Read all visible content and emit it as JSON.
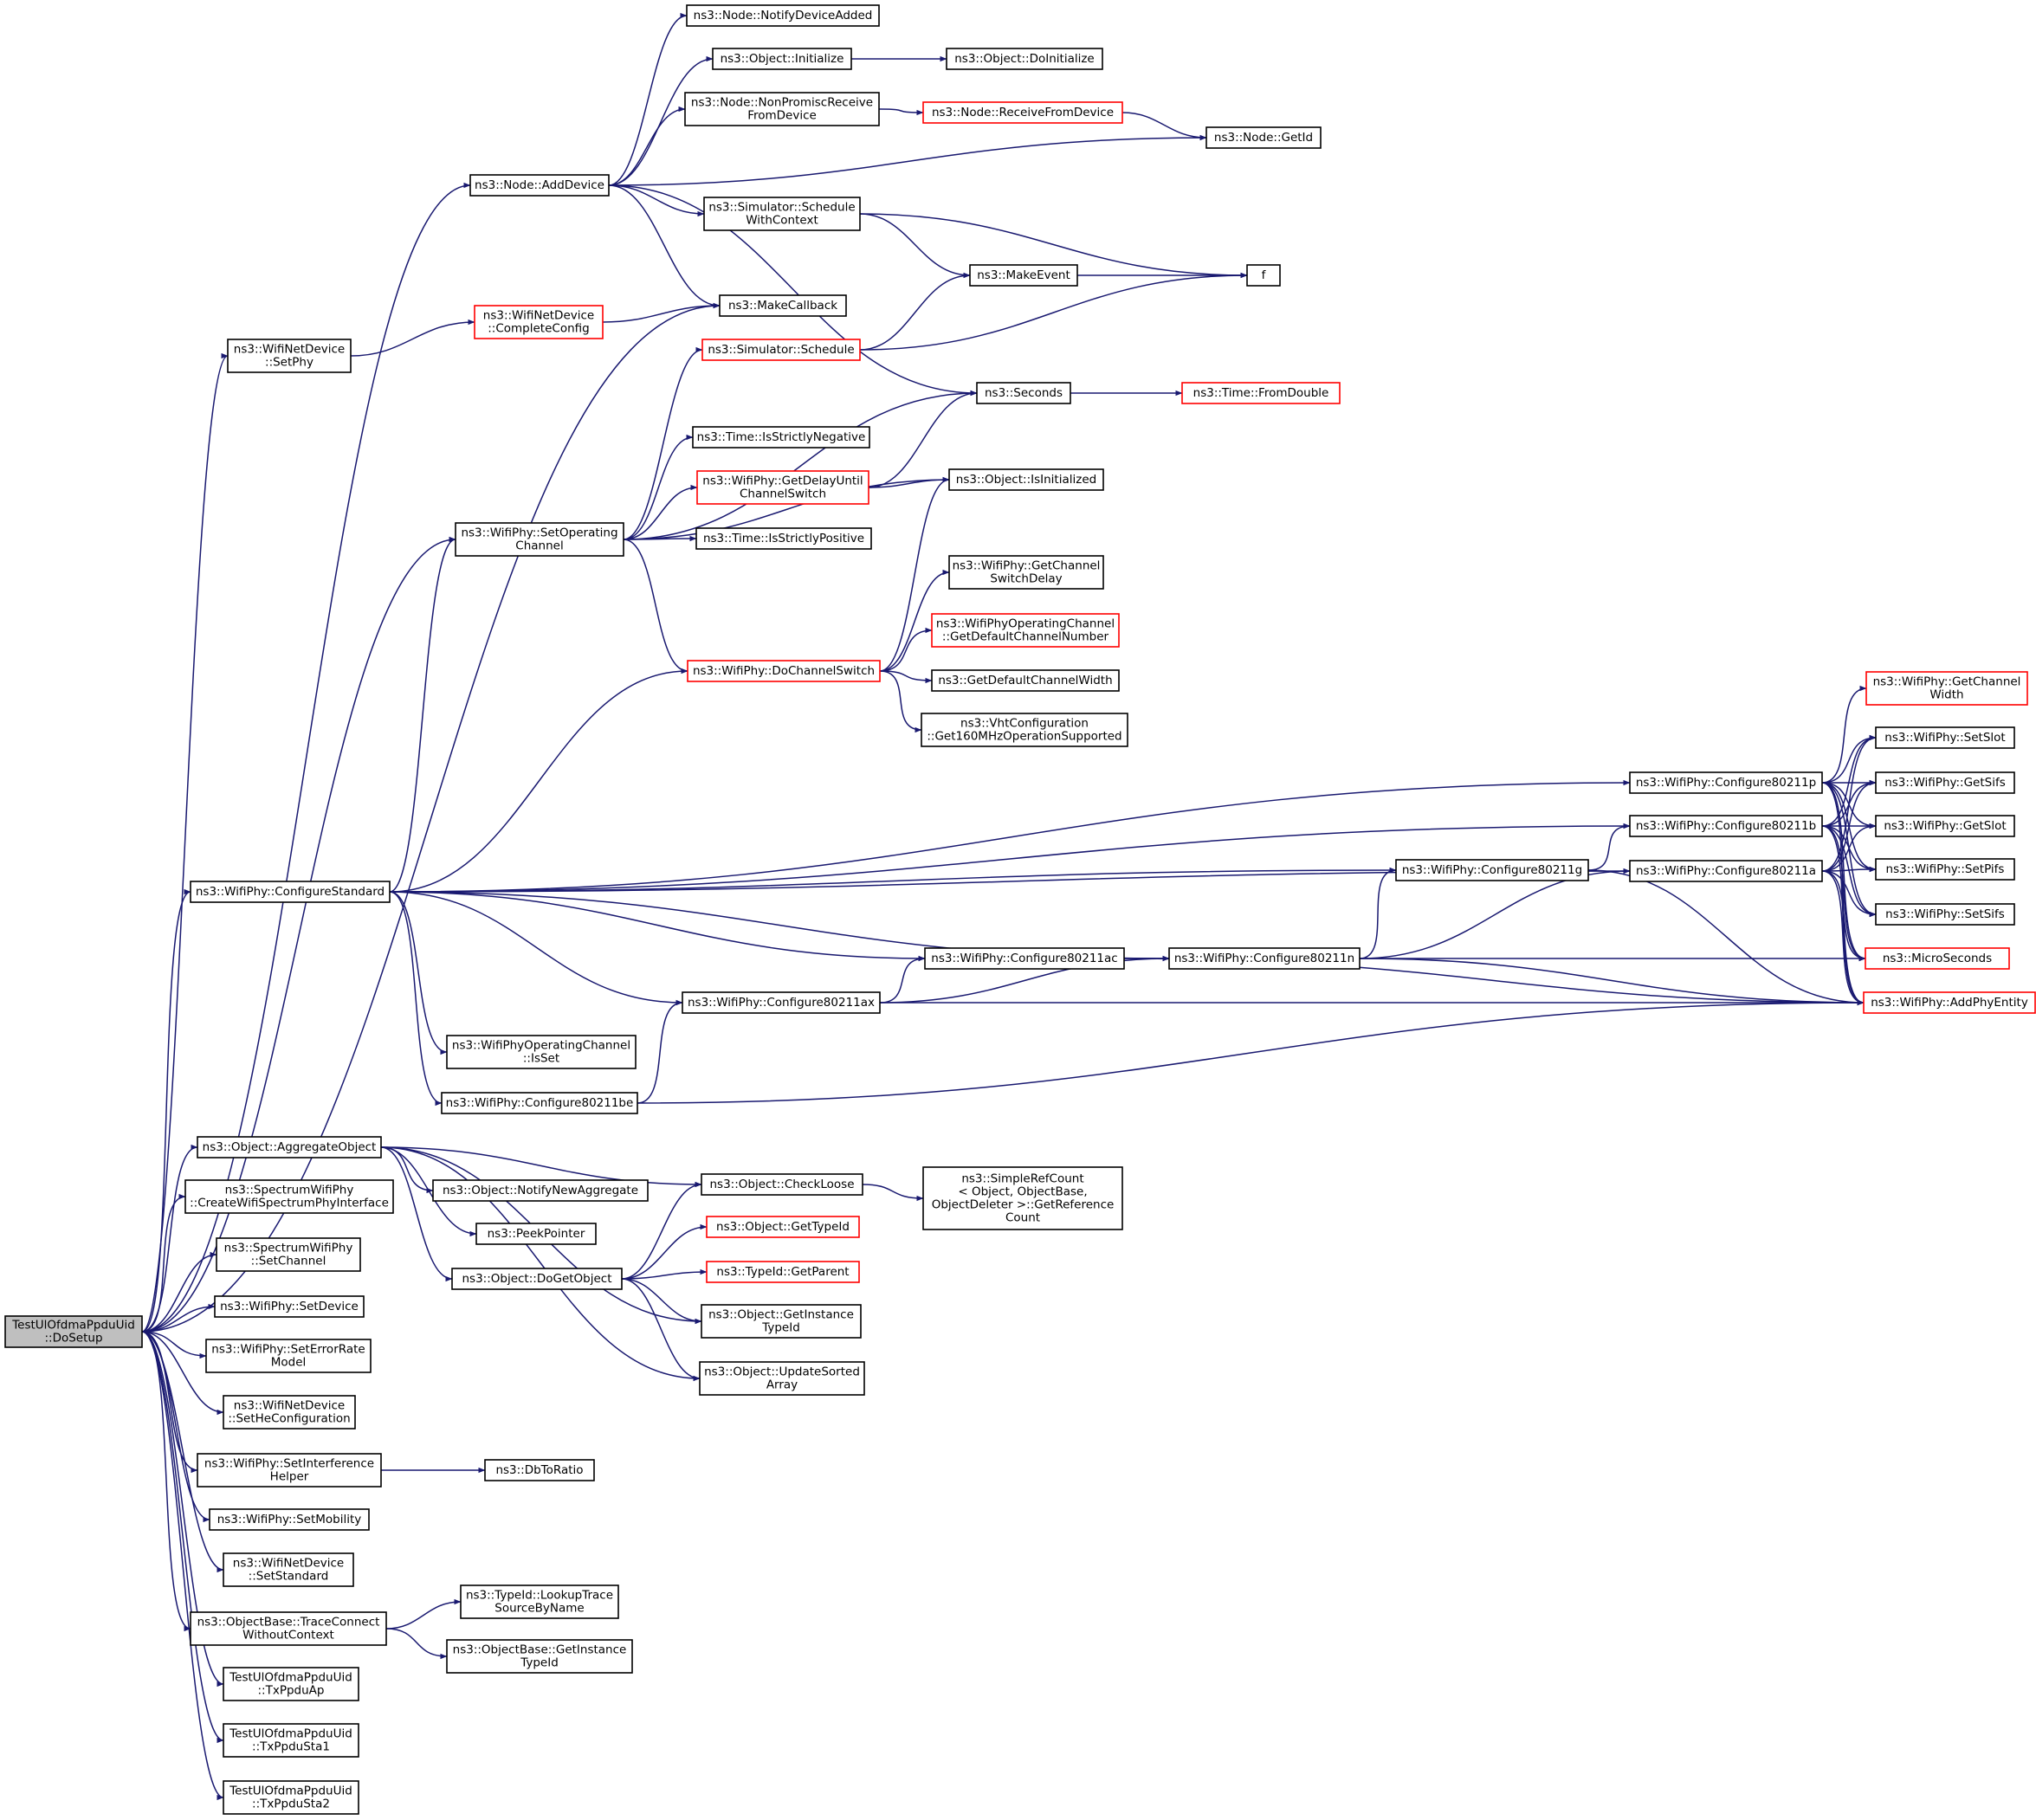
{
  "graph": {
    "colors": {
      "edge": "#191970",
      "red_border": "#ff0000",
      "root_fill": "#bfbfbf"
    },
    "nodes": [
      {
        "id": "root",
        "lines": [
          "TestUlOfdmaPpduUid",
          "::DoSetup"
        ],
        "style": "root"
      },
      {
        "id": "n_notifyAdded",
        "lines": [
          "ns3::Node::NotifyDeviceAdded"
        ]
      },
      {
        "id": "n_objInit",
        "lines": [
          "ns3::Object::Initialize"
        ]
      },
      {
        "id": "n_objDoInit",
        "lines": [
          "ns3::Object::DoInitialize"
        ]
      },
      {
        "id": "n_nonPromisc",
        "lines": [
          "ns3::Node::NonPromiscReceive",
          "FromDevice"
        ]
      },
      {
        "id": "n_recvFromDev",
        "lines": [
          "ns3::Node::ReceiveFromDevice"
        ],
        "style": "red"
      },
      {
        "id": "n_getId",
        "lines": [
          "ns3::Node::GetId"
        ]
      },
      {
        "id": "n_addDevice",
        "lines": [
          "ns3::Node::AddDevice"
        ]
      },
      {
        "id": "n_schedCtx",
        "lines": [
          "ns3::Simulator::Schedule",
          "WithContext"
        ]
      },
      {
        "id": "n_makeEvent",
        "lines": [
          "ns3::MakeEvent"
        ]
      },
      {
        "id": "n_f",
        "lines": [
          "f"
        ]
      },
      {
        "id": "n_wndComplete",
        "lines": [
          "ns3::WifiNetDevice",
          "::CompleteConfig"
        ],
        "style": "red"
      },
      {
        "id": "n_makeCallback",
        "lines": [
          "ns3::MakeCallback"
        ]
      },
      {
        "id": "n_wndSetPhy",
        "lines": [
          "ns3::WifiNetDevice",
          "::SetPhy"
        ]
      },
      {
        "id": "n_simSchedule",
        "lines": [
          "ns3::Simulator::Schedule"
        ],
        "style": "red"
      },
      {
        "id": "n_seconds",
        "lines": [
          "ns3::Seconds"
        ]
      },
      {
        "id": "n_fromDouble",
        "lines": [
          "ns3::Time::FromDouble"
        ],
        "style": "red"
      },
      {
        "id": "n_strictNeg",
        "lines": [
          "ns3::Time::IsStrictlyNegative"
        ]
      },
      {
        "id": "n_getDelay",
        "lines": [
          "ns3::WifiPhy::GetDelayUntil",
          "ChannelSwitch"
        ],
        "style": "red"
      },
      {
        "id": "n_isInit",
        "lines": [
          "ns3::Object::IsInitialized"
        ]
      },
      {
        "id": "n_setOpChan",
        "lines": [
          "ns3::WifiPhy::SetOperating",
          "Channel"
        ]
      },
      {
        "id": "n_strictPos",
        "lines": [
          "ns3::Time::IsStrictlyPositive"
        ]
      },
      {
        "id": "n_getChSwDelay",
        "lines": [
          "ns3::WifiPhy::GetChannel",
          "SwitchDelay"
        ]
      },
      {
        "id": "n_defChNum",
        "lines": [
          "ns3::WifiPhyOperatingChannel",
          "::GetDefaultChannelNumber"
        ],
        "style": "red"
      },
      {
        "id": "n_doChSwitch",
        "lines": [
          "ns3::WifiPhy::DoChannelSwitch"
        ],
        "style": "red"
      },
      {
        "id": "n_defChWidth",
        "lines": [
          "ns3::GetDefaultChannelWidth"
        ]
      },
      {
        "id": "n_vht160",
        "lines": [
          "ns3::VhtConfiguration",
          "::Get160MHzOperationSupported"
        ]
      },
      {
        "id": "n_getChWidth",
        "lines": [
          "ns3::WifiPhy::GetChannel",
          "Width"
        ],
        "style": "red"
      },
      {
        "id": "n_setSlot",
        "lines": [
          "ns3::WifiPhy::SetSlot"
        ]
      },
      {
        "id": "n_cfgP",
        "lines": [
          "ns3::WifiPhy::Configure80211p"
        ]
      },
      {
        "id": "n_getSifs",
        "lines": [
          "ns3::WifiPhy::GetSifs"
        ]
      },
      {
        "id": "n_cfgB",
        "lines": [
          "ns3::WifiPhy::Configure80211b"
        ]
      },
      {
        "id": "n_getSlot",
        "lines": [
          "ns3::WifiPhy::GetSlot"
        ]
      },
      {
        "id": "n_cfgG",
        "lines": [
          "ns3::WifiPhy::Configure80211g"
        ]
      },
      {
        "id": "n_cfgStd",
        "lines": [
          "ns3::WifiPhy::ConfigureStandard"
        ]
      },
      {
        "id": "n_cfgA",
        "lines": [
          "ns3::WifiPhy::Configure80211a"
        ]
      },
      {
        "id": "n_setPifs",
        "lines": [
          "ns3::WifiPhy::SetPifs"
        ]
      },
      {
        "id": "n_setSifs",
        "lines": [
          "ns3::WifiPhy::SetSifs"
        ]
      },
      {
        "id": "n_cfgAc",
        "lines": [
          "ns3::WifiPhy::Configure80211ac"
        ]
      },
      {
        "id": "n_cfgN",
        "lines": [
          "ns3::WifiPhy::Configure80211n"
        ]
      },
      {
        "id": "n_microSec",
        "lines": [
          "ns3::MicroSeconds"
        ],
        "style": "red"
      },
      {
        "id": "n_cfgAx",
        "lines": [
          "ns3::WifiPhy::Configure80211ax"
        ]
      },
      {
        "id": "n_addPhyEnt",
        "lines": [
          "ns3::WifiPhy::AddPhyEntity"
        ],
        "style": "red"
      },
      {
        "id": "n_opChIsSet",
        "lines": [
          "ns3::WifiPhyOperatingChannel",
          "::IsSet"
        ]
      },
      {
        "id": "n_cfgBe",
        "lines": [
          "ns3::WifiPhy::Configure80211be"
        ]
      },
      {
        "id": "n_aggObj",
        "lines": [
          "ns3::Object::AggregateObject"
        ]
      },
      {
        "id": "n_checkLoose",
        "lines": [
          "ns3::Object::CheckLoose"
        ]
      },
      {
        "id": "n_notifyNewAgg",
        "lines": [
          "ns3::Object::NotifyNewAggregate"
        ]
      },
      {
        "id": "n_refCount",
        "lines": [
          "ns3::SimpleRefCount",
          "< Object, ObjectBase,",
          "ObjectDeleter >::GetReference",
          "Count"
        ]
      },
      {
        "id": "n_createIface",
        "lines": [
          "ns3::SpectrumWifiPhy",
          "::CreateWifiSpectrumPhyInterface"
        ]
      },
      {
        "id": "n_getTypeId",
        "lines": [
          "ns3::Object::GetTypeId"
        ],
        "style": "red"
      },
      {
        "id": "n_peekPtr",
        "lines": [
          "ns3::PeekPointer"
        ]
      },
      {
        "id": "n_specSetChan",
        "lines": [
          "ns3::SpectrumWifiPhy",
          "::SetChannel"
        ]
      },
      {
        "id": "n_doGetObj",
        "lines": [
          "ns3::Object::DoGetObject"
        ]
      },
      {
        "id": "n_getParent",
        "lines": [
          "ns3::TypeId::GetParent"
        ],
        "style": "red"
      },
      {
        "id": "n_setDevice",
        "lines": [
          "ns3::WifiPhy::SetDevice"
        ]
      },
      {
        "id": "n_getInstTypeId",
        "lines": [
          "ns3::Object::GetInstance",
          "TypeId"
        ]
      },
      {
        "id": "n_setErrRate",
        "lines": [
          "ns3::WifiPhy::SetErrorRate",
          "Model"
        ]
      },
      {
        "id": "n_updSorted",
        "lines": [
          "ns3::Object::UpdateSorted",
          "Array"
        ]
      },
      {
        "id": "n_setHeCfg",
        "lines": [
          "ns3::WifiNetDevice",
          "::SetHeConfiguration"
        ]
      },
      {
        "id": "n_setIntf",
        "lines": [
          "ns3::WifiPhy::SetInterference",
          "Helper"
        ]
      },
      {
        "id": "n_dbToRatio",
        "lines": [
          "ns3::DbToRatio"
        ]
      },
      {
        "id": "n_setMobility",
        "lines": [
          "ns3::WifiPhy::SetMobility"
        ]
      },
      {
        "id": "n_setStandard",
        "lines": [
          "ns3::WifiNetDevice",
          "::SetStandard"
        ]
      },
      {
        "id": "n_lookupTrace",
        "lines": [
          "ns3::TypeId::LookupTrace",
          "SourceByName"
        ]
      },
      {
        "id": "n_traceConnect",
        "lines": [
          "ns3::ObjectBase::TraceConnect",
          "WithoutContext"
        ]
      },
      {
        "id": "n_objBaseInst",
        "lines": [
          "ns3::ObjectBase::GetInstance",
          "TypeId"
        ]
      },
      {
        "id": "n_txAp",
        "lines": [
          "TestUlOfdmaPpduUid",
          "::TxPpduAp"
        ]
      },
      {
        "id": "n_txSta1",
        "lines": [
          "TestUlOfdmaPpduUid",
          "::TxPpduSta1"
        ]
      },
      {
        "id": "n_txSta2",
        "lines": [
          "TestUlOfdmaPpduUid",
          "::TxPpduSta2"
        ]
      }
    ]
  }
}
